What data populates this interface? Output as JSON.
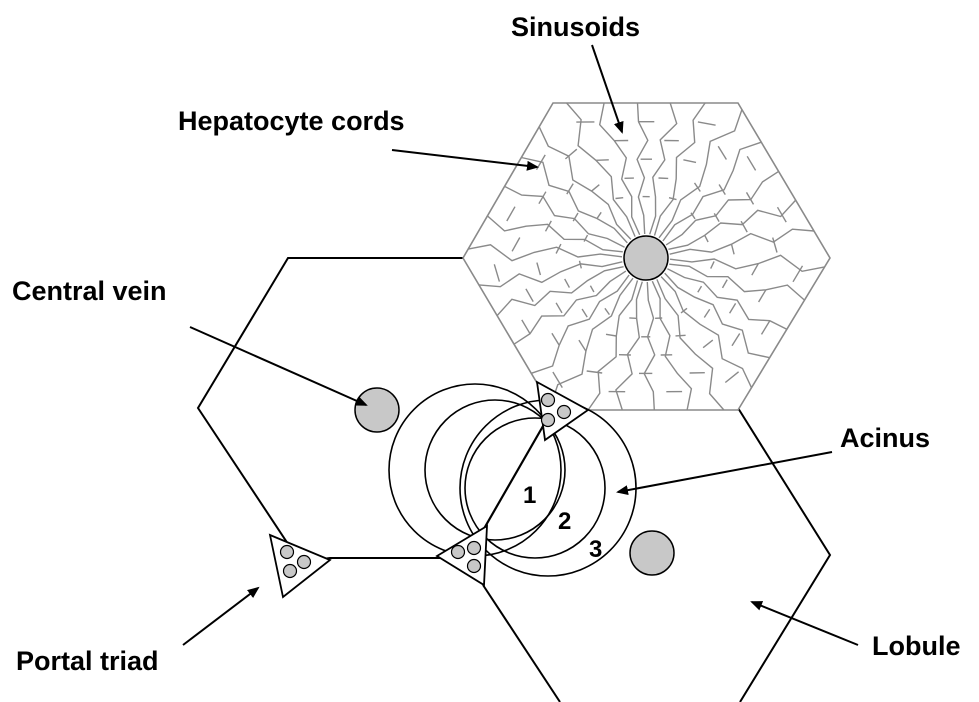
{
  "labels": {
    "sinusoids": "Sinusoids",
    "hepatocyte_cords": "Hepatocyte cords",
    "central_vein": "Central vein",
    "acinus": "Acinus",
    "portal_triad": "Portal triad",
    "lobule": "Lobule"
  },
  "zones": [
    "1",
    "2",
    "3"
  ],
  "colors": {
    "line": "#000000",
    "hepatocyte_line": "#8a8a8a",
    "vein_fill": "#c8c8c8",
    "vessel_fill": "#c8c8c8",
    "background": "#ffffff"
  }
}
